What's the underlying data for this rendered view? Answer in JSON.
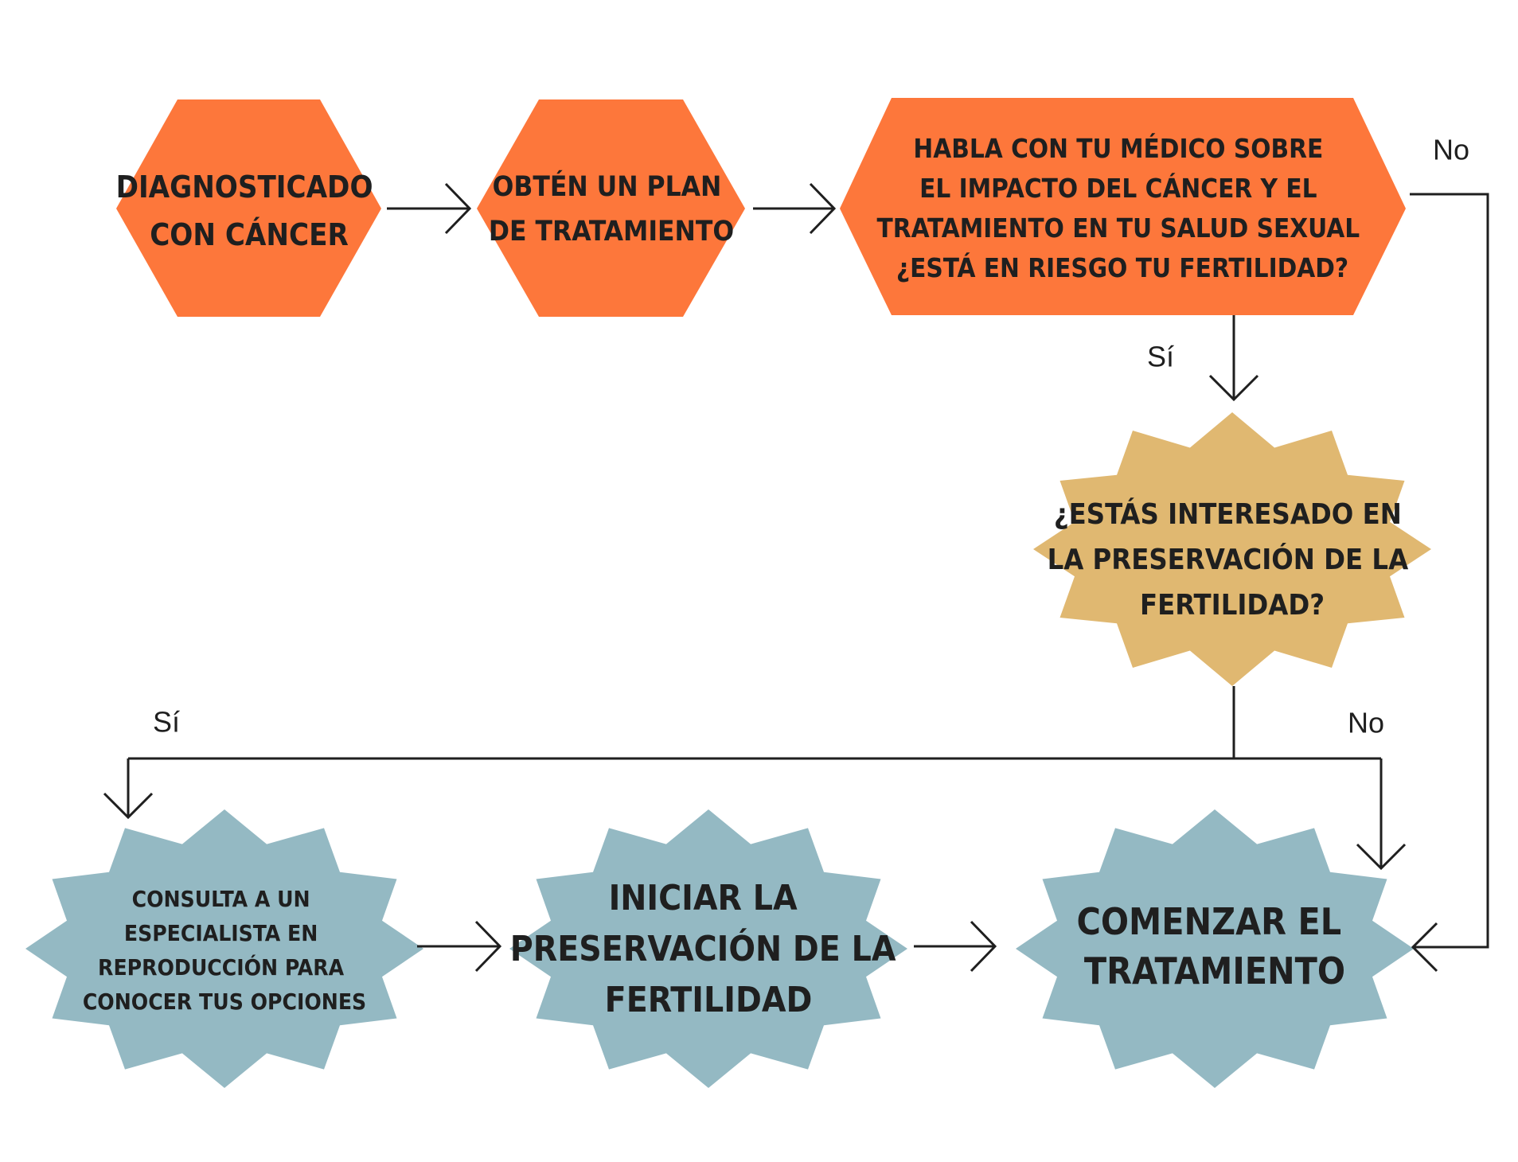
{
  "colors": {
    "orange": "#fd773b",
    "tan": "#e0b871",
    "blue": "#94b9c3",
    "ink": "#1f1f1f",
    "background": "#ffffff"
  },
  "nodes": {
    "diagnosed": {
      "lines": [
        "DIAGNOSTICADO",
        "CON CÁNCER"
      ]
    },
    "plan": {
      "lines": [
        "OBTÉN UN PLAN",
        "DE TRATAMIENTO"
      ]
    },
    "talk": {
      "lines": [
        "HABLA CON TU MÉDICO SOBRE",
        "EL IMPACTO DEL CÁNCER Y EL",
        "TRATAMIENTO EN TU SALUD SEXUAL",
        "¿ESTÁ EN RIESGO TU FERTILIDAD?"
      ]
    },
    "interest": {
      "lines": [
        "¿ESTÁS INTERESADO EN",
        "LA PRESERVACIÓN DE LA",
        "FERTILIDAD?"
      ]
    },
    "consult": {
      "lines": [
        "CONSULTA A UN",
        "ESPECIALISTA EN",
        "REPRODUCCIÓN PARA",
        "CONOCER TUS OPCIONES"
      ]
    },
    "preserve": {
      "lines": [
        "INICIAR LA",
        "PRESERVACIÓN DE LA",
        "FERTILIDAD"
      ]
    },
    "start": {
      "lines": [
        "COMENZAR EL",
        "TRATAMIENTO"
      ]
    }
  },
  "labels": {
    "talk_no": "No",
    "talk_yes": "Sí",
    "interest_yes": "Sí",
    "interest_no": "No"
  }
}
